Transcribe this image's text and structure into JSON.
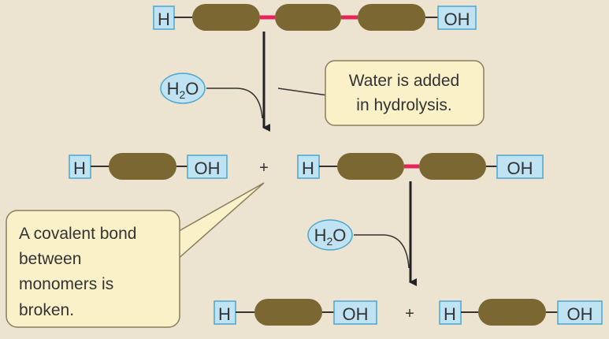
{
  "chem": {
    "h": "H",
    "oh": "OH",
    "plus": "+",
    "water_h": "H",
    "water_sub": "2",
    "water_o": "O"
  },
  "callouts": {
    "water_added_line1": "Water is added",
    "water_added_line2": "in hydrolysis.",
    "bond_broken_line1": "A covalent bond",
    "bond_broken_line2": "between",
    "bond_broken_line3": "monomers is",
    "bond_broken_line4": "broken."
  },
  "colors": {
    "background": "#ece3d0",
    "monomer": "#7b6732",
    "peptide_bond": "#e6245c",
    "group_box": "#bfe3f2",
    "callout": "#fbf1c9"
  }
}
